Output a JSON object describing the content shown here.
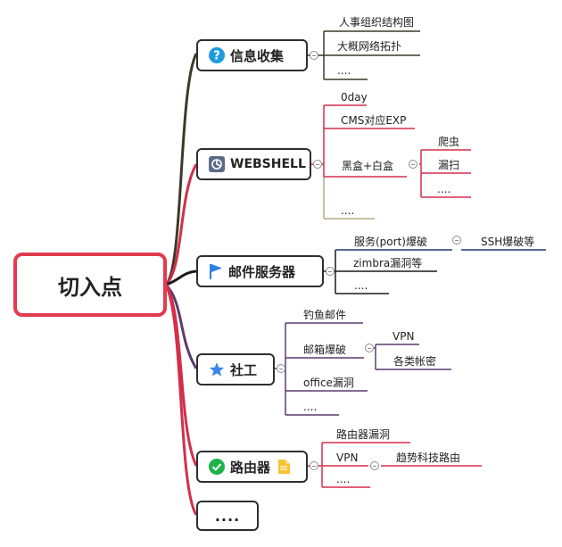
{
  "root": {
    "label": "切入点"
  },
  "branches": [
    {
      "label": "信息收集",
      "icon": "question-icon",
      "color": "#3a3a2a",
      "children": [
        "人事组织结构图",
        "大概网络拓扑",
        "...."
      ]
    },
    {
      "label": "WEBSHELL",
      "icon": "webshell-logo-icon",
      "color": "#d32f4a",
      "children": [
        "0day",
        "CMS对应EXP",
        "黑盒+白盒",
        "...."
      ],
      "sub": {
        "children": [
          "爬虫",
          "漏扫",
          "...."
        ]
      }
    },
    {
      "label": "邮件服务器",
      "icon": "flag-icon",
      "color": "#1a1a1a",
      "children": [
        "服务(port)爆破",
        "zimbra漏洞等",
        "...."
      ],
      "sub": {
        "children": [
          "SSH爆破等"
        ]
      }
    },
    {
      "label": "社工",
      "icon": "star-icon",
      "color": "#5a3c6e",
      "children": [
        "钓鱼邮件",
        "邮箱爆破",
        "office漏洞",
        "...."
      ],
      "sub": {
        "children": [
          "VPN",
          "各类帐密"
        ]
      }
    },
    {
      "label": "路由器",
      "icon": "check-circle-icon",
      "extra_icon": "note-icon",
      "color": "#d32f4a",
      "children": [
        "路由器漏洞",
        "VPN",
        "...."
      ],
      "sub": {
        "children": [
          "趋势科技路由"
        ]
      }
    },
    {
      "label": "....",
      "color": "#d32f4a"
    }
  ],
  "colors": {
    "root_border": "#e23a4e",
    "red": "#d32f4a",
    "dark": "#1a1a1a",
    "olive": "#3a3a2a",
    "purple": "#5a3c6e",
    "navy": "#1f3a6b",
    "khaki": "#b5a98a",
    "check_green": "#1fb24a",
    "question_blue": "#1e9be0",
    "flag_blue": "#2f7ee6",
    "star_blue": "#3b86ea",
    "note_yellow": "#f5c431",
    "webshell_slate": "#5b6b87"
  }
}
